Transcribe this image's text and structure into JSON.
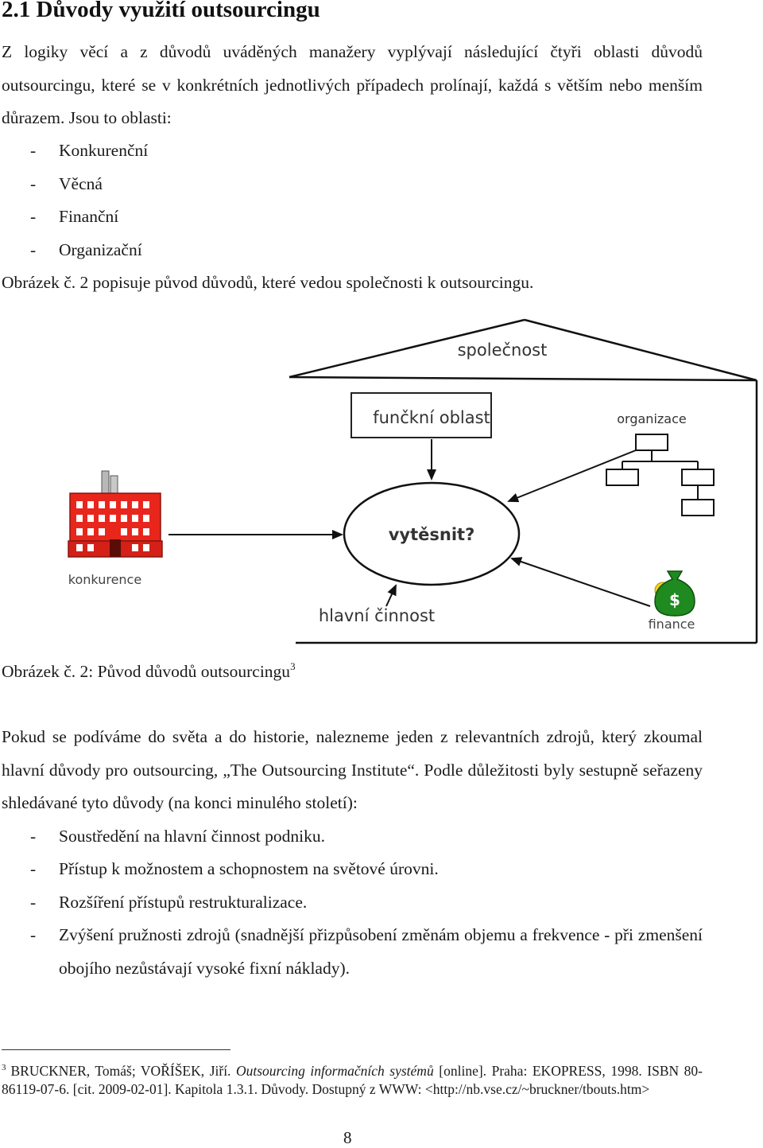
{
  "heading": "2.1 Důvody využití outsourcingu",
  "intro_paragraph": "Z logiky věcí a z důvodů uváděných manažery vyplývají následující čtyři oblasti důvodů outsourcingu, které se v konkrétních jednotlivých případech prolínají, každá s větším nebo menším důrazem. Jsou to oblasti:",
  "bullet_dash": "-",
  "areas": [
    "Konkurenční",
    "Věcná",
    "Finanční",
    "Organizační"
  ],
  "figure_reference": "Obrázek č. 2 popisuje původ důvodů, které vedou společnosti k outsourcingu.",
  "diagram": {
    "company_label": "společnost",
    "functional_area_label": "funčkní oblast",
    "organization_label": "organizace",
    "center_label": "vytěsnit?",
    "competition_label": "konkurence",
    "core_activity_label": "hlavní činnost",
    "finance_label": "finance",
    "colors": {
      "factory": "#e8261c",
      "money_bag": "#1f8a1f",
      "coin": "#f2d21a"
    }
  },
  "caption": {
    "text": "Obrázek č. 2: Původ důvodů outsourcingu",
    "footnote_ref": "3"
  },
  "paragraph2": "Pokud se podíváme do světa a do historie, nalezneme jeden z relevantních zdrojů, který zkoumal hlavní důvody pro outsourcing, „The Outsourcing Institute“. Podle důležitosti byly sestupně seřazeny shledávané tyto důvody (na konci minulého století):",
  "reasons": [
    "Soustředění na hlavní činnost podniku.",
    "Přístup k možnostem a schopnostem na světové úrovni.",
    "Rozšíření přístupů restrukturalizace.",
    "Zvýšení pružnosti zdrojů (snadnější přizpůsobení změnám objemu a frekvence - při zmenšení obojího nezůstávají vysoké fixní náklady)."
  ],
  "footnote": {
    "number": "3",
    "before_title": "BRUCKNER, Tomáš; VOŘÍŠEK, Jiří.",
    "title": "Outsourcing informačních systémů",
    "after_title": "[online]. Praha: EKOPRESS, 1998. ISBN 80-86119-07-6. [cit. 2009-02-01]. Kapitola 1.3.1. Důvody. Dostupný z WWW: <http://nb.vse.cz/~bruckner/tbouts.htm>"
  },
  "page_number": "8"
}
